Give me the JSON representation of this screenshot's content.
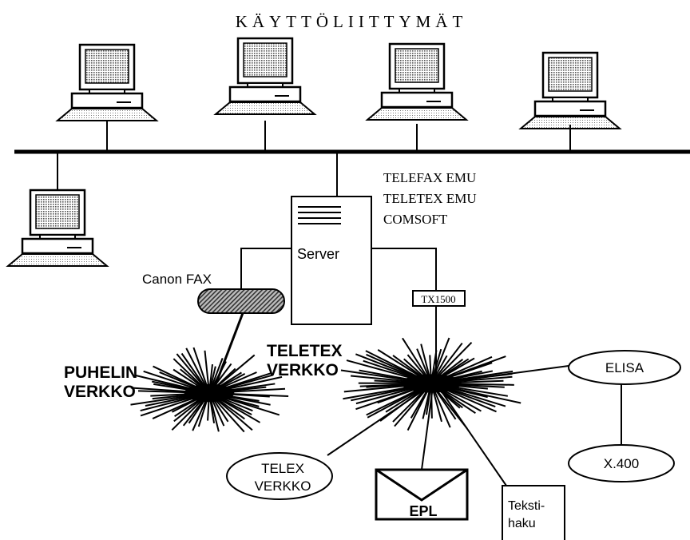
{
  "title": "KÄYTTÖLIITTYMÄT",
  "server": {
    "label": "Server",
    "services": [
      "TELEFAX EMU",
      "TELETEX EMU",
      "COMSOFT"
    ]
  },
  "fax": {
    "label": "Canon FAX"
  },
  "tx_box": {
    "label": "TX1500"
  },
  "networks": {
    "phone": [
      "PUHELIN",
      "VERKKO"
    ],
    "teletex": [
      "TELETEX",
      "VERKKO"
    ]
  },
  "endpoints": {
    "elisa": "ELISA",
    "x400": "X.400",
    "telex": [
      "TELEX",
      "VERKKO"
    ],
    "epl": "EPL",
    "tekstihaku": [
      "Teksti-",
      "haku"
    ]
  },
  "colors": {
    "line": "#000000",
    "screen": "#bdbdbd",
    "fax_fill": "#7a7a7a",
    "base": "#e2e2e2"
  }
}
